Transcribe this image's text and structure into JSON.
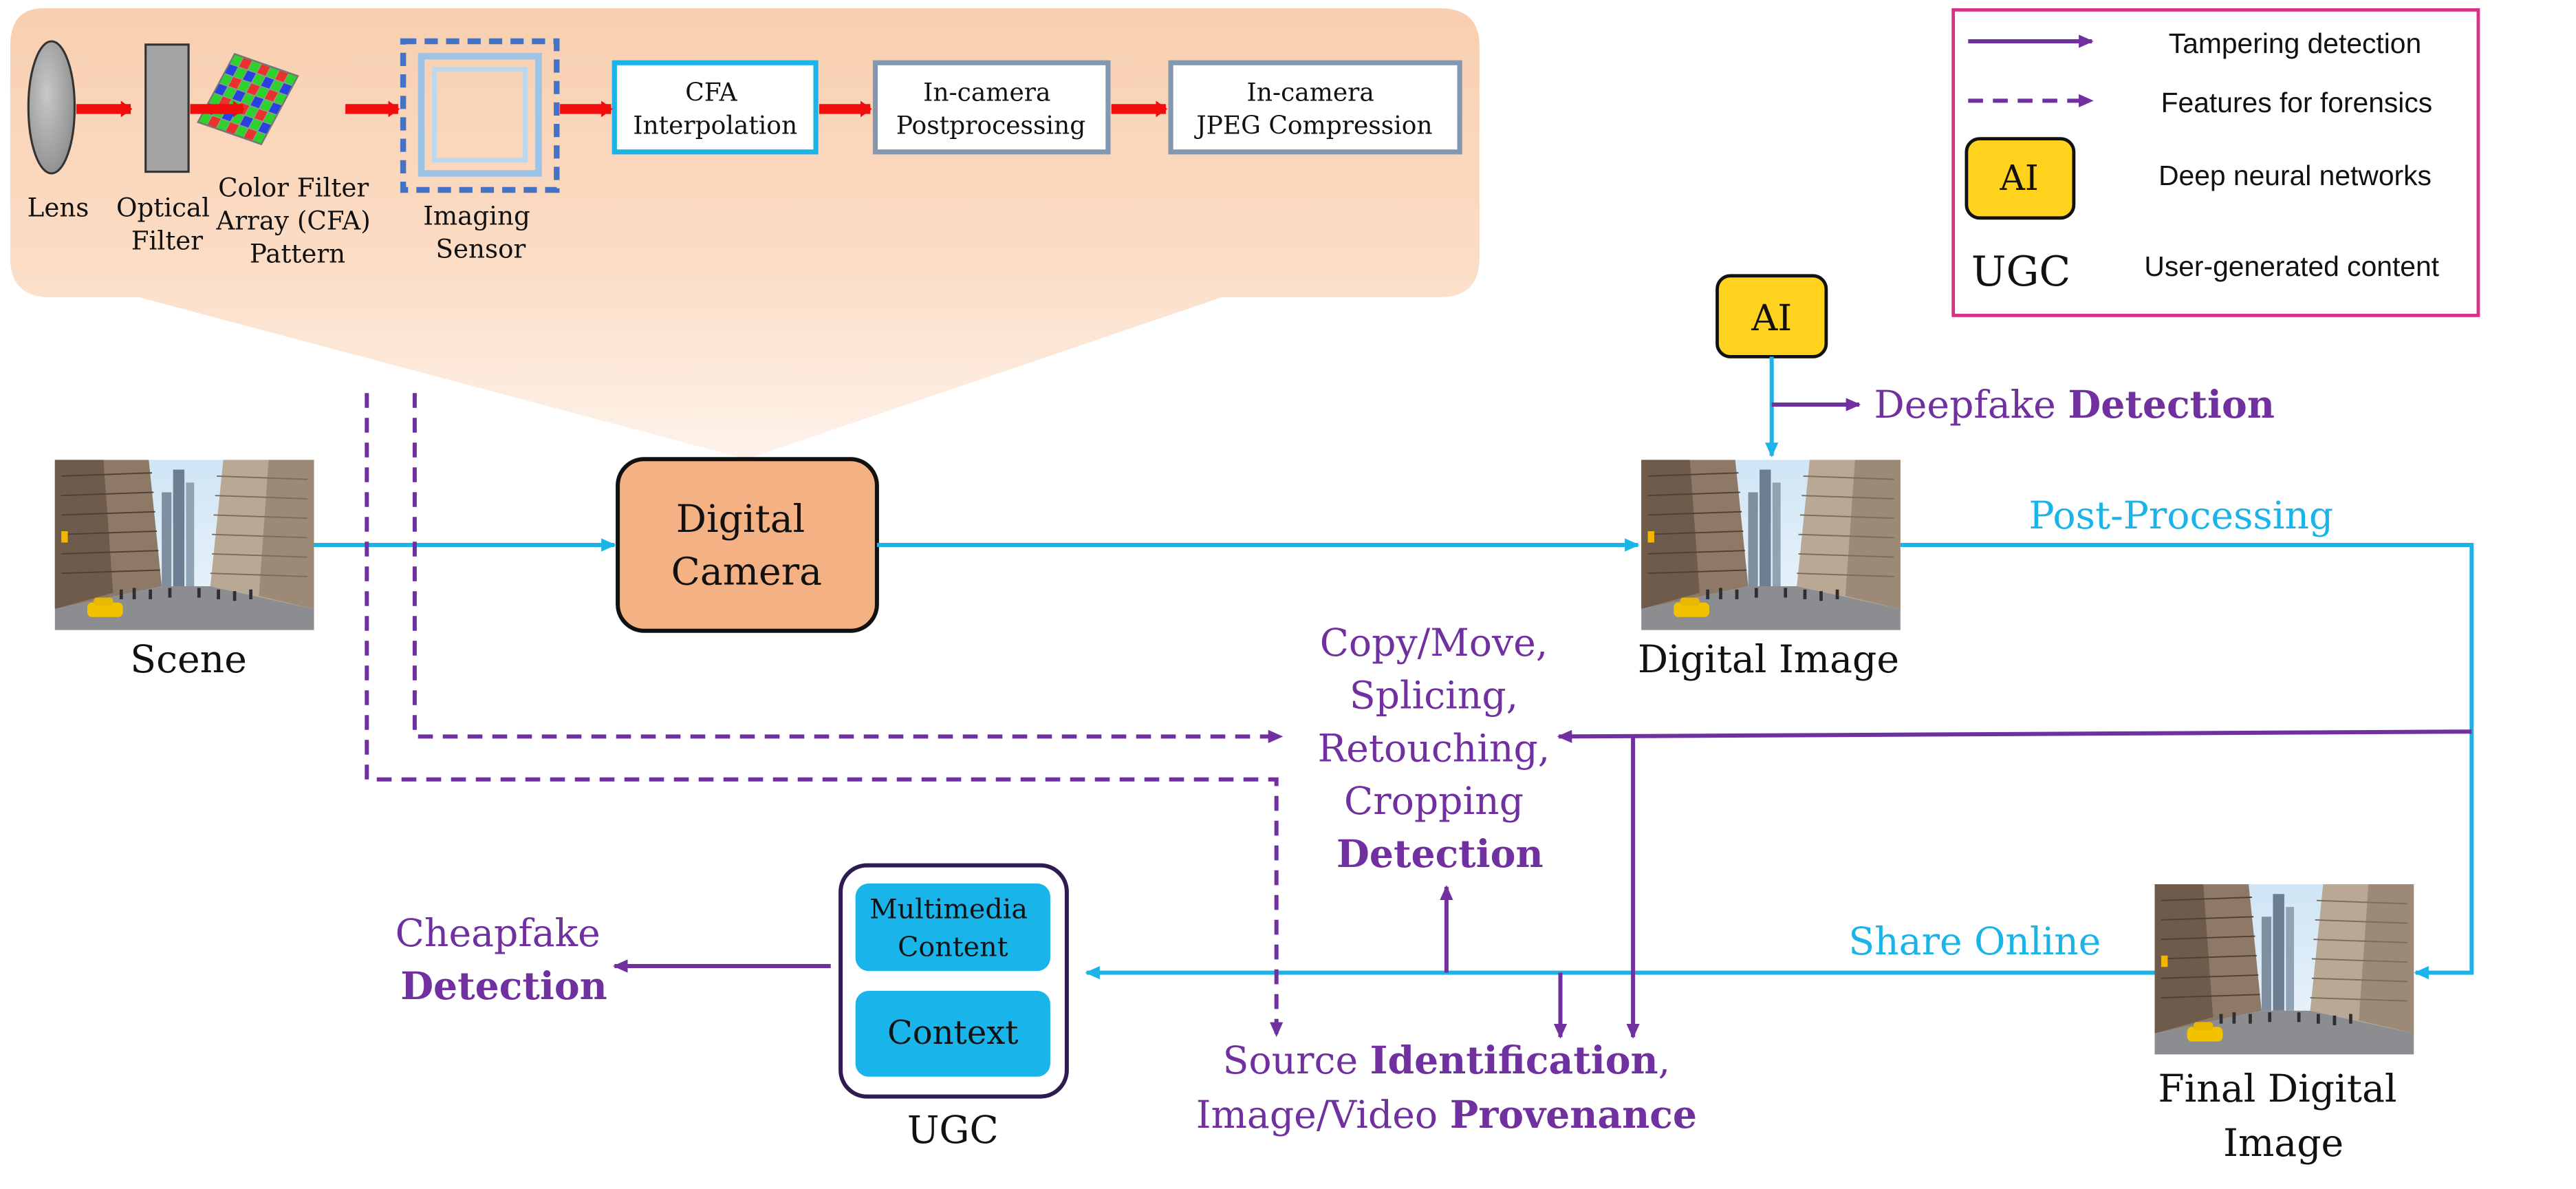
{
  "legend": {
    "solid_arrow_label": "Tampering detection",
    "dashed_arrow_label": "Features for forensics",
    "ai_badge": "AI",
    "ai_label": "Deep neural networks",
    "ugc_badge": "UGC",
    "ugc_label": "User-generated content"
  },
  "pipeline": {
    "lens": "Lens",
    "optical_filter": [
      "Optical",
      "Filter"
    ],
    "cfa_pattern": [
      "Color Filter",
      "Array (CFA)",
      "Pattern"
    ],
    "imaging_sensor": [
      "Imaging",
      "Sensor"
    ],
    "cfa_interpolation": [
      "CFA",
      "Interpolation"
    ],
    "postprocessing": [
      "In-camera",
      "Postprocessing"
    ],
    "jpeg": [
      "In-camera",
      "JPEG Compression"
    ]
  },
  "nodes": {
    "scene": "Scene",
    "camera": [
      "Digital",
      "Camera"
    ],
    "digital_image": "Digital Image",
    "final_image": [
      "Final Digital",
      "Image"
    ],
    "ai_badge": "AI",
    "ugc": {
      "content": [
        "Multimedia",
        "Content"
      ],
      "context": "Context",
      "label": "UGC"
    }
  },
  "labels": {
    "deepfake": {
      "plain": "Deepfake ",
      "bold": "Detection"
    },
    "post_processing": "Post-Processing",
    "share_online": "Share Online",
    "tamper": {
      "lines": [
        "Copy/Move,",
        "Splicing,",
        "Retouching,",
        "Cropping"
      ],
      "bold": "Detection"
    },
    "cheapfake": {
      "plain": "Cheapfake",
      "bold": "Detection"
    },
    "source": {
      "line1_plain": "Source ",
      "line1_bold": "Identification",
      "line1_tail": ",",
      "line2_plain": "Image/Video ",
      "line2_bold": "Provenance"
    }
  },
  "colors": {
    "purple": "#7030A0",
    "cyan": "#1BB3E8",
    "red": "#F10D0C",
    "camera_fill": "#F4B183",
    "ai_fill": "#FFD21E",
    "legend_border": "#D63384",
    "ugc_fill": "#19B5EA",
    "gray_box": "#8497B0",
    "sensor": "#4472C4"
  }
}
